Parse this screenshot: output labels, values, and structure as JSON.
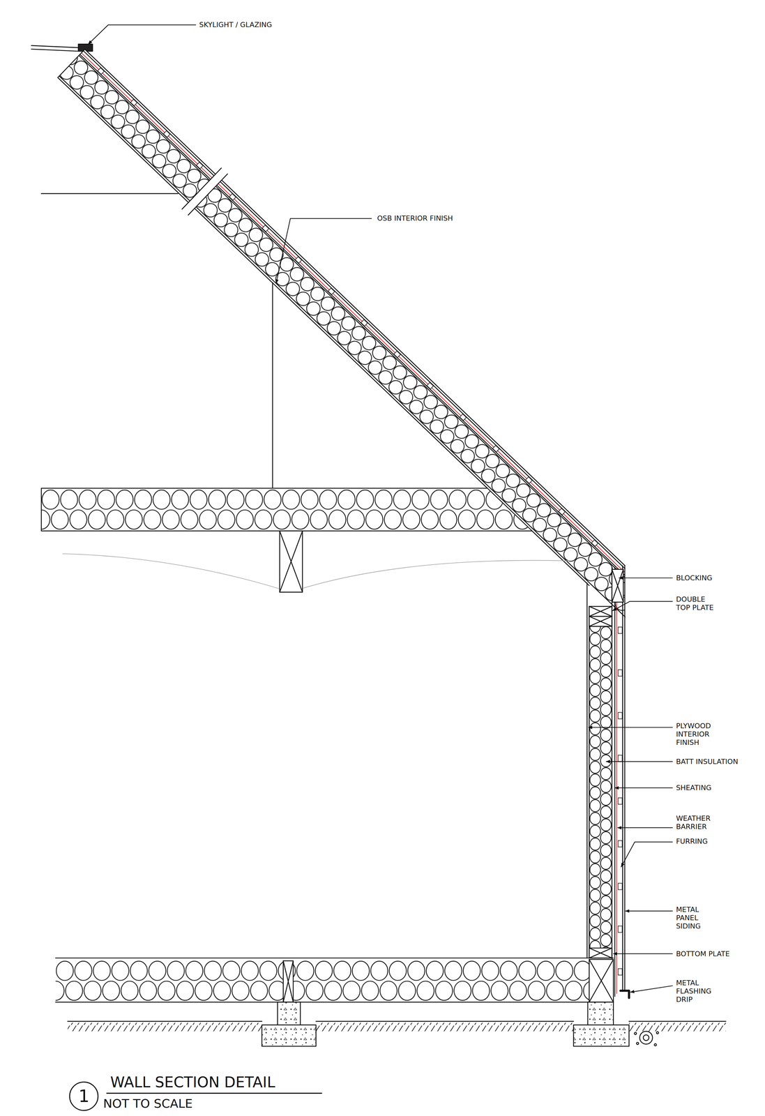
{
  "diagram": {
    "title": "WALL SECTION DETAIL",
    "caption": "NOT TO SCALE",
    "nodes": [
      {
        "text": [
          "1"
        ]
      }
    ],
    "labels": [
      "SKYLIGHT / GLAZING",
      "OSB INTERIOR FINISH",
      "BLOCKING",
      "DOUBLE TOP PLATE",
      "PLYWOOD INTERIOR FINISH",
      "BATT INSULATION",
      "SHEATING",
      "WEATHER BARRIER",
      "FURRING",
      "METAL PANEL SIDING",
      "BOTTOM PLATE",
      "METAL FLASHING DRIP"
    ]
  }
}
